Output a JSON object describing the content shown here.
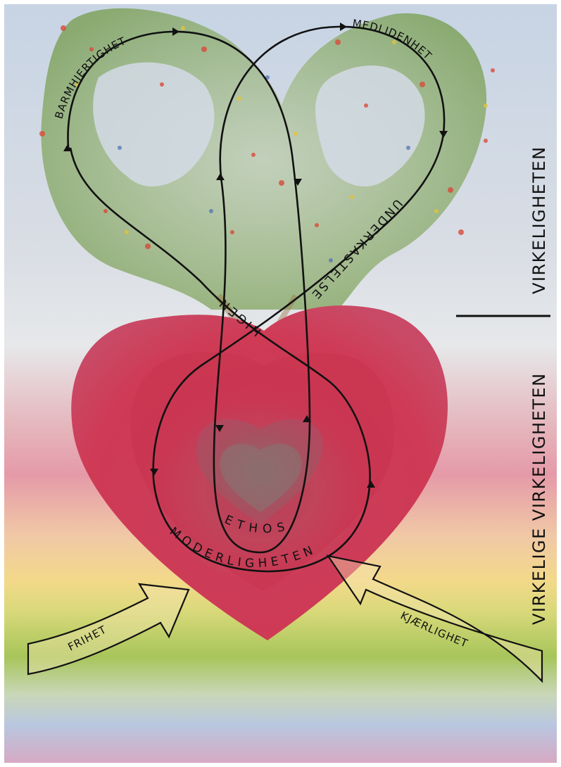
{
  "labels": {
    "barmhjertighet": "BARMHJERTIGHET",
    "medlidenhet": "MEDLIDENHET",
    "higen": "HIGEN",
    "underkastelse": "UNDERKASTELSE",
    "ethos": "ETHOS",
    "moderligheten": "MODERLIGHETEN",
    "frihet": "FRIHET",
    "kjaerlighet": "KJÆRLIGHET"
  },
  "side_labels": {
    "upper": "VIRKELIGHETEN",
    "lower": "VIRKELIGE VIRKELIGHETEN"
  },
  "colors": {
    "heart_red": "#c93a55",
    "heart_inner": "#a0465c",
    "tree_green": "#8fb36a",
    "line": "#111111",
    "hill_green": "#9fc24a",
    "sky_blue": "#c9d6e6"
  }
}
